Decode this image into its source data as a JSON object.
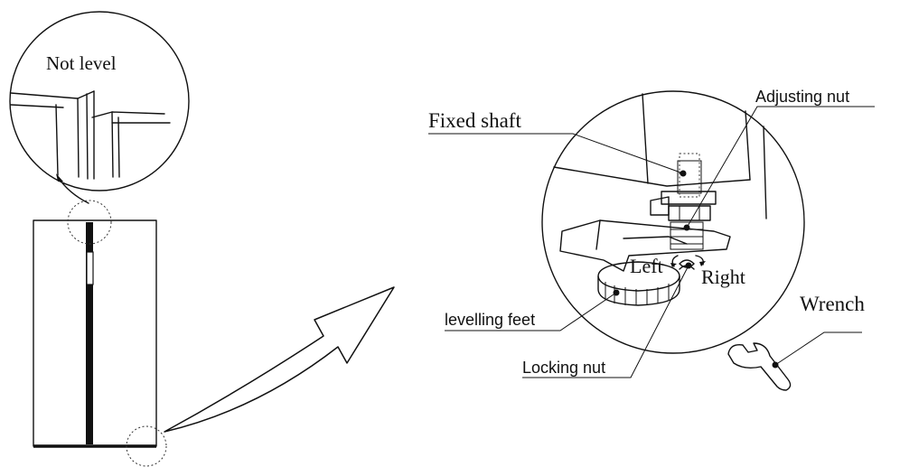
{
  "labels": {
    "not_level": "Not level",
    "fixed_shaft": "Fixed shaft",
    "adjusting_nut": "Adjusting nut",
    "left": "Left",
    "right": "Right",
    "levelling_feet": "levelling feet",
    "locking_nut": "Locking nut",
    "wrench": "Wrench"
  },
  "colors": {
    "line": "#111111",
    "background": "#ffffff"
  }
}
